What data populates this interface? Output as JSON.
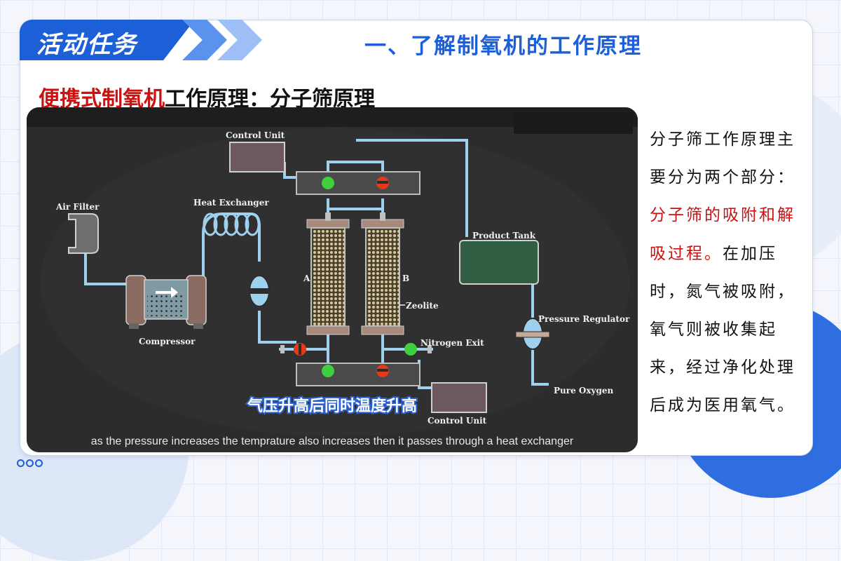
{
  "slide": {
    "banner": "活动任务",
    "title": "一、了解制氧机的工作原理",
    "subtitle_red": "便携式制氧机",
    "subtitle_rest": "工作原理：分子筛原理"
  },
  "diagram": {
    "labels": {
      "control_unit_top": "Control Unit",
      "air_filter": "Air Filter",
      "heat_exchanger": "Heat Exchanger",
      "compressor": "Compressor",
      "column_a": "A",
      "column_b": "B",
      "zeolite": "Zeolite",
      "nitrogen_exit": "Nitrogen Exit",
      "product_tank": "Product Tank",
      "pressure_regulator": "Pressure Regulator",
      "pure_oxygen": "Pure Oxygen",
      "control_unit_bottom": "Control Unit"
    },
    "caption_cn": "气压升高后同时温度升高",
    "caption_en": "as the pressure increases the temprature also increases then it passes through a heat exchanger"
  },
  "side_text": {
    "p1": "分子筛工作原理主要分为两个部分：",
    "p1_red": "分子筛的吸附和解吸过程。",
    "p2": "在加压时，氮气被吸附，氧气则被收集起来，经过净化处理后成为医用氧气。"
  },
  "colors": {
    "accent": "#1d5fd6",
    "highlight": "#cc1111",
    "pipe": "#9fd0ee"
  }
}
